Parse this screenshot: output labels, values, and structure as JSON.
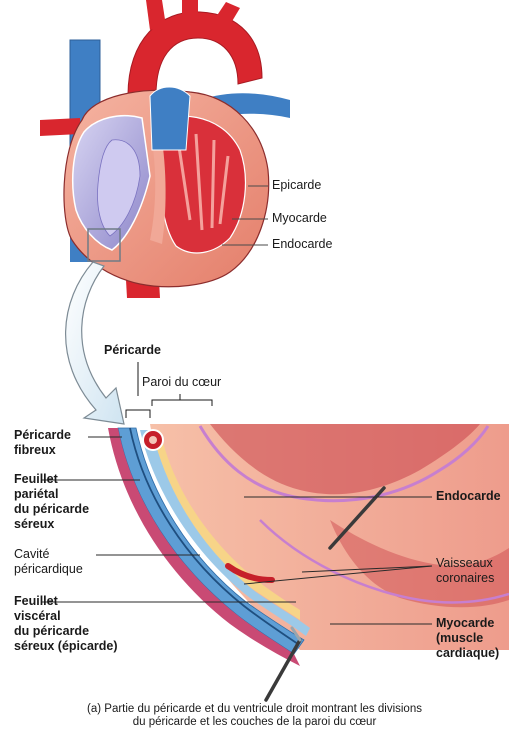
{
  "labels": {
    "epicarde_top": "Epicarde",
    "myocarde_top": "Myocarde",
    "endocarde_top": "Endocarde",
    "pericarde": "Péricarde",
    "paroi": "Paroi du cœur",
    "pericarde_fibreux": "Péricarde\nfibreux",
    "feuillet_parietal": "Feuillet\npariétal\ndu péricarde\nséreux",
    "cavite": "Cavité\npéricardique",
    "feuillet_visceral": "Feuillet\nviscéral\ndu péricarde\nséreux (épicarde)",
    "endocarde_bottom": "Endocarde",
    "vaisseaux": "Vaisseaux\ncoronaires",
    "myocarde_bottom": "Myocarde\n(muscle\ncardiaque)"
  },
  "caption": "(a) Partie du péricarde et du ventricule droit montrant les divisions\ndu péricarde et les couches de la paroi du cœur",
  "colors": {
    "artery_red": "#d9262e",
    "vein_blue": "#3f7fc4",
    "myocardium": "#ec9683",
    "chamber_lilac": "#b9b4e0",
    "fibrous_blue": "#7ab7df",
    "pericardial_cavity": "#f7d488",
    "wall_pink": "#c94a74"
  }
}
